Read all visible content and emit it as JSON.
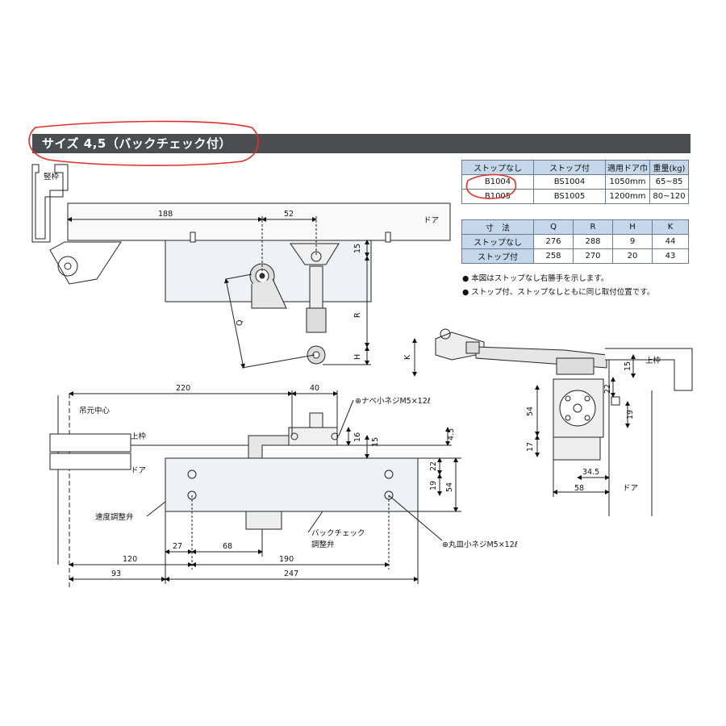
{
  "title": "サイズ 4,5（バックチェック付）",
  "table1": {
    "headers": [
      "ストップなし",
      "ストップ付",
      "適用ドア巾",
      "重量(kg)"
    ],
    "rows": [
      [
        "B1004",
        "BS1004",
        "1050mm",
        "65~85"
      ],
      [
        "B1005",
        "BS1005",
        "1200mm",
        "80~120"
      ]
    ]
  },
  "table2": {
    "headers": [
      "寸　法",
      "Q",
      "R",
      "H",
      "K"
    ],
    "rows": [
      [
        "ストップなし",
        "276",
        "288",
        "9",
        "44"
      ],
      [
        "ストップ付",
        "258",
        "270",
        "20",
        "43"
      ]
    ]
  },
  "notes": [
    "● 本図はストップなし右勝手を示します。",
    "● ストップ付、ストップなしともに同じ取付位置です。"
  ],
  "labels": {
    "tate_waku": "竪枠",
    "door": "ドア",
    "uwa_waku": "上枠",
    "tsurimoto": "吊元中心",
    "speed_valve": "速度調整弁",
    "backcheck_valve_1": "バックチェック",
    "backcheck_valve_2": "調整弁",
    "nabe_screw": "⊕ナベ小ネジM5×12ℓ",
    "maruzara_screw": "⊕丸皿小ネジM5×12ℓ"
  },
  "dims_top": {
    "d188": "188",
    "d52": "52",
    "d15": "15",
    "Q": "Q",
    "R": "R",
    "H": "H",
    "K": "K"
  },
  "dims_front": {
    "d220": "220",
    "d40": "40",
    "d16": "16",
    "d15": "15",
    "d4_5": "4.5",
    "d22": "22",
    "d19": "19",
    "d54": "54",
    "d27": "27",
    "d68": "68",
    "d120": "120",
    "d190": "190",
    "d93": "93",
    "d247": "247"
  },
  "dims_side": {
    "d15": "15",
    "d22": "22",
    "d19": "19",
    "d54": "54",
    "d17": "17",
    "d34_5": "34.5",
    "d58": "58"
  },
  "annotation_color": "#e0302a"
}
